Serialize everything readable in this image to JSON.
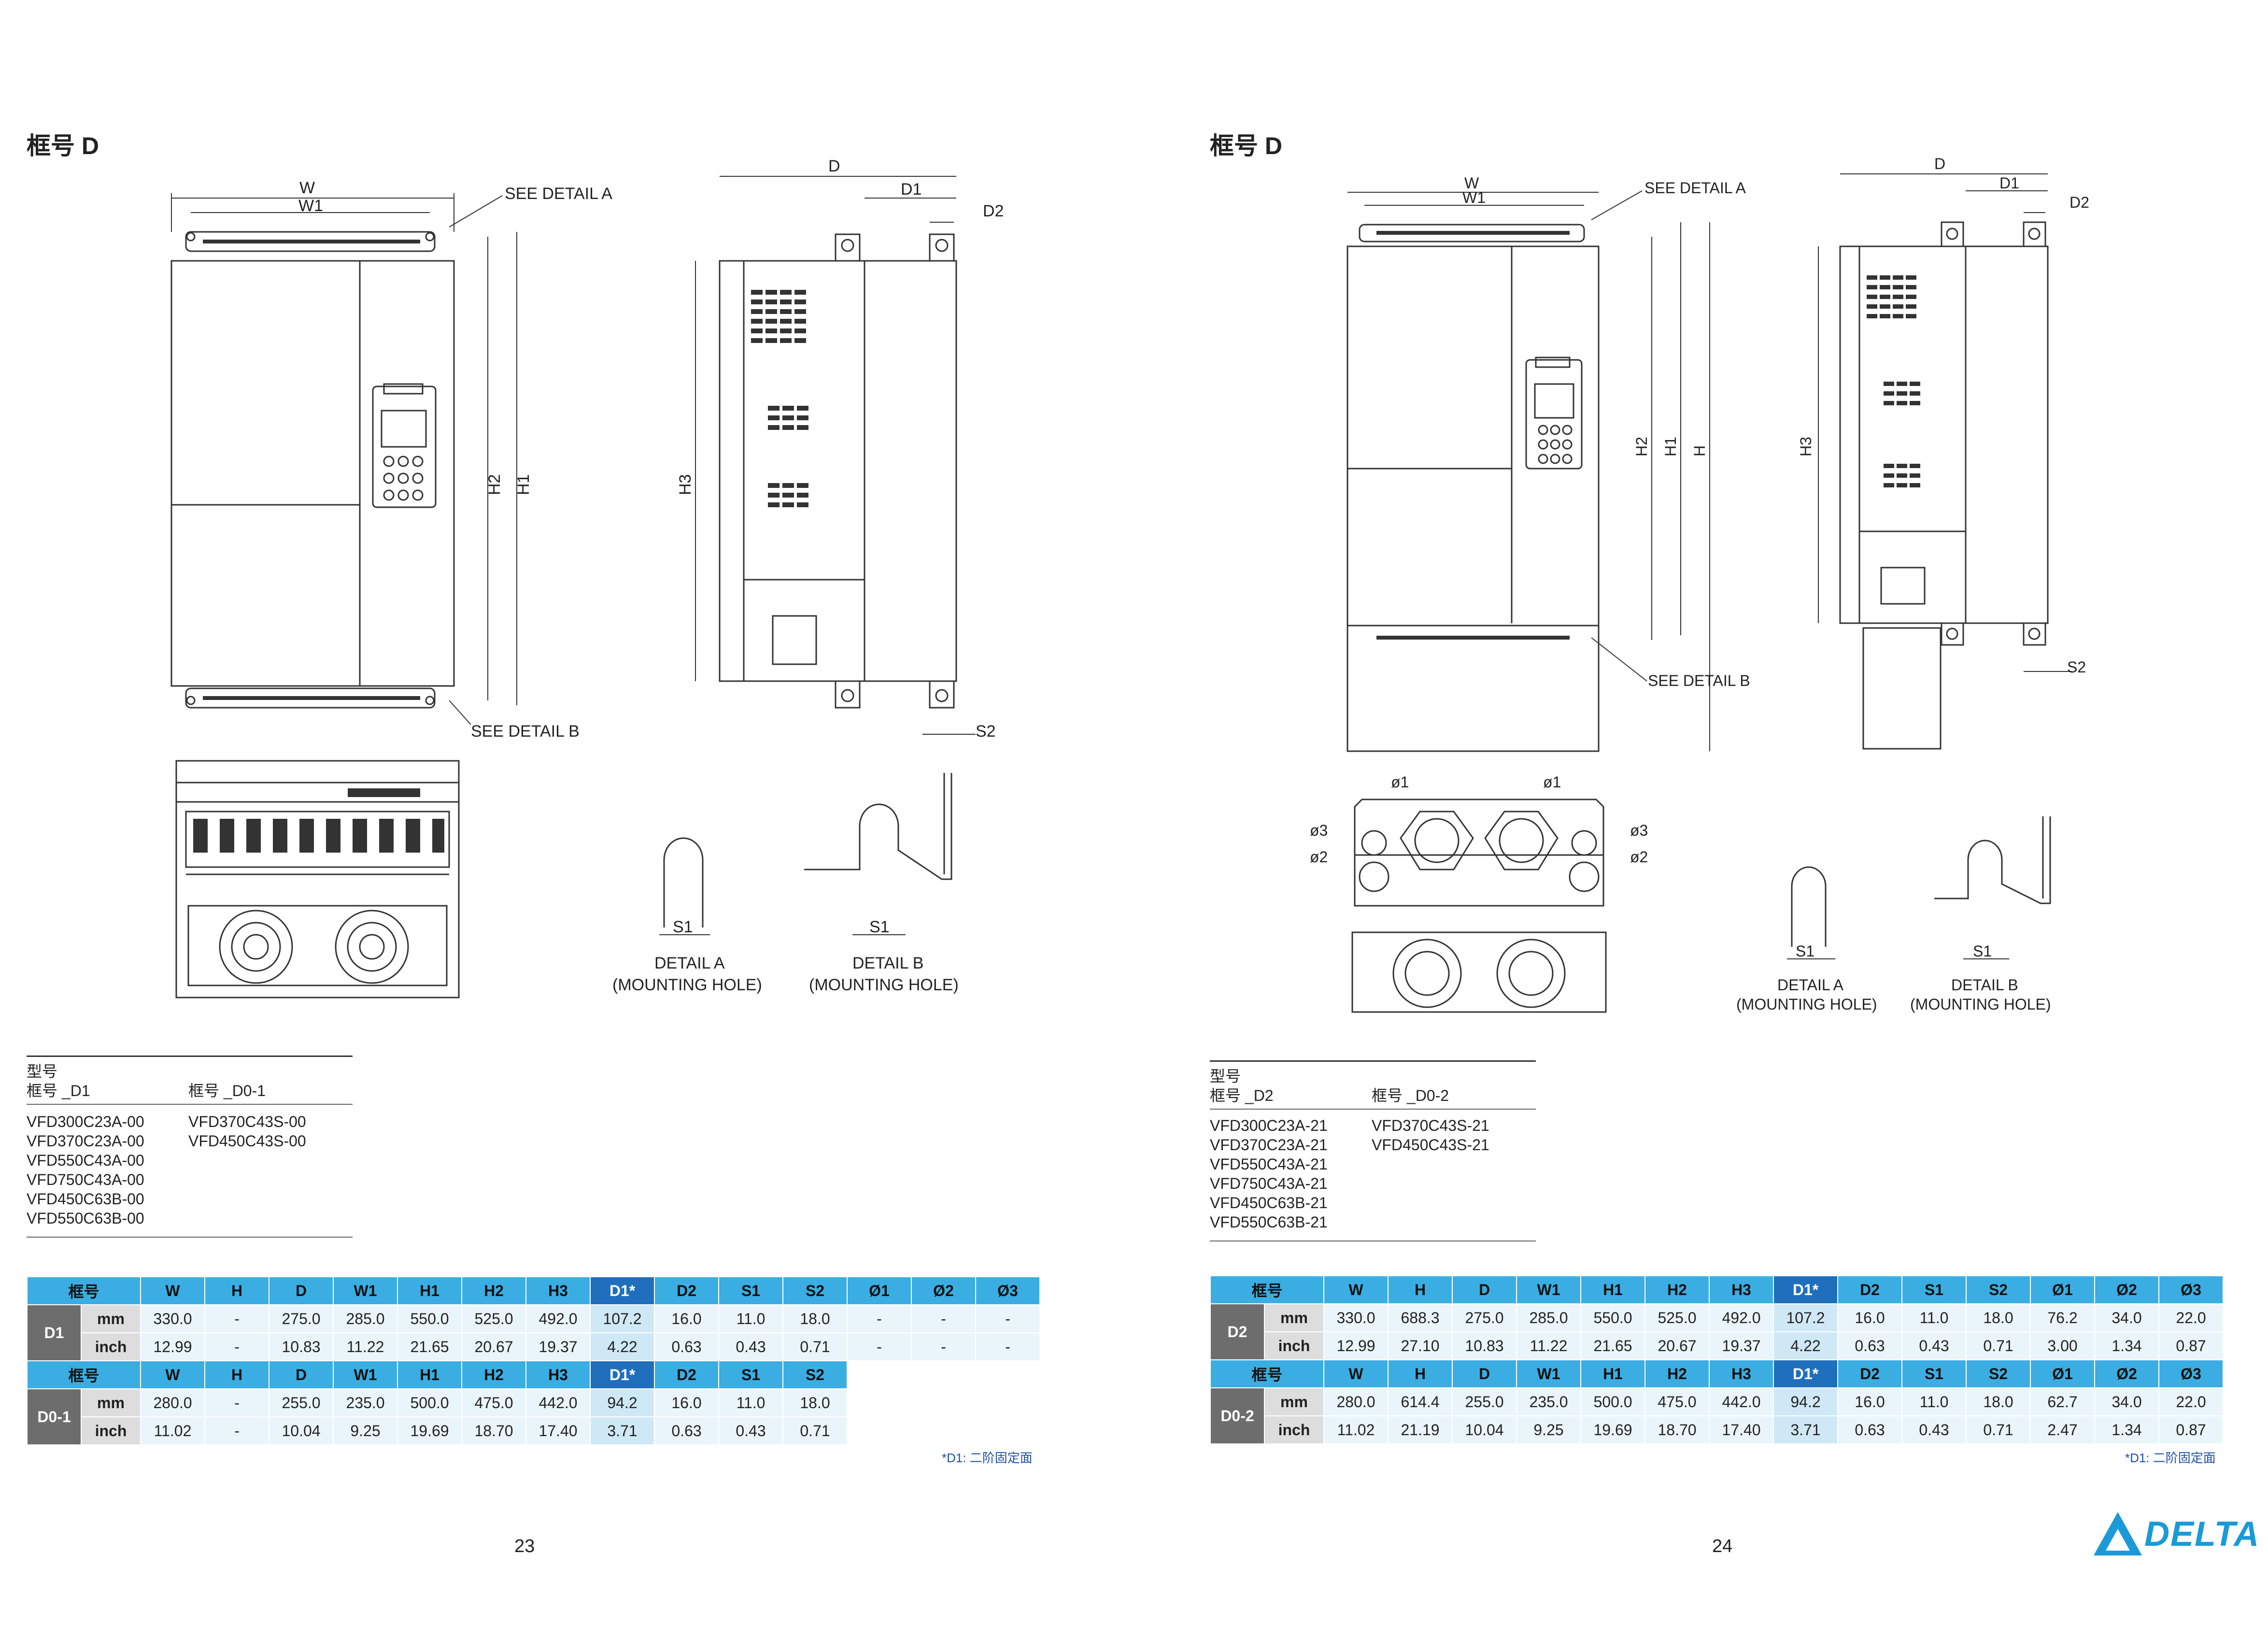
{
  "left": {
    "heading": "框号 D",
    "drawing_labels": {
      "w": "W",
      "w1": "W1",
      "h1": "H1",
      "h2": "H2",
      "h3": "H3",
      "d": "D",
      "d1": "D1",
      "d2": "D2",
      "s1": "S1",
      "s2": "S2",
      "detail_a_ref": "SEE DETAIL A",
      "detail_b_ref": "SEE DETAIL B",
      "detail_a": "DETAIL A",
      "detail_b": "DETAIL B",
      "mounting_hole": "(MOUNTING HOLE)"
    },
    "models": {
      "title": "型号",
      "col1_header": "框号 _D1",
      "col2_header": "框号 _D0-1",
      "col1": [
        "VFD300C23A-00",
        "VFD370C23A-00",
        "VFD550C43A-00",
        "VFD750C43A-00",
        "VFD450C63B-00",
        "VFD550C63B-00"
      ],
      "col2": [
        "VFD370C43S-00",
        "VFD450C43S-00"
      ]
    },
    "table": {
      "header1": [
        "框号",
        "W",
        "H",
        "D",
        "W1",
        "H1",
        "H2",
        "H3",
        "D1*",
        "D2",
        "S1",
        "S2",
        "Ø1",
        "Ø2",
        "Ø3"
      ],
      "frame1": "D1",
      "mm1": [
        "mm",
        "330.0",
        "-",
        "275.0",
        "285.0",
        "550.0",
        "525.0",
        "492.0",
        "107.2",
        "16.0",
        "11.0",
        "18.0",
        "-",
        "-",
        "-"
      ],
      "inch1": [
        "inch",
        "12.99",
        "-",
        "10.83",
        "11.22",
        "21.65",
        "20.67",
        "19.37",
        "4.22",
        "0.63",
        "0.43",
        "0.71",
        "-",
        "-",
        "-"
      ],
      "header2": [
        "框号",
        "W",
        "H",
        "D",
        "W1",
        "H1",
        "H2",
        "H3",
        "D1*",
        "D2",
        "S1",
        "S2"
      ],
      "frame2": "D0-1",
      "mm2": [
        "mm",
        "280.0",
        "-",
        "255.0",
        "235.0",
        "500.0",
        "475.0",
        "442.0",
        "94.2",
        "16.0",
        "11.0",
        "18.0"
      ],
      "inch2": [
        "inch",
        "11.02",
        "-",
        "10.04",
        "9.25",
        "19.69",
        "18.70",
        "17.40",
        "3.71",
        "0.63",
        "0.43",
        "0.71"
      ]
    },
    "note": "*D1: 二阶固定面",
    "page_number": "23"
  },
  "right": {
    "heading": "框号 D",
    "drawing_labels": {
      "w": "W",
      "w1": "W1",
      "h": "H",
      "h1": "H1",
      "h2": "H2",
      "h3": "H3",
      "d": "D",
      "d1": "D1",
      "d2": "D2",
      "s1": "S1",
      "s2": "S2",
      "phi1": "ø1",
      "phi2": "ø2",
      "phi3": "ø3",
      "detail_a_ref": "SEE DETAIL A",
      "detail_b_ref": "SEE DETAIL B",
      "detail_a": "DETAIL A",
      "detail_b": "DETAIL B",
      "mounting_hole": "(MOUNTING HOLE)"
    },
    "models": {
      "title": "型号",
      "col1_header": "框号 _D2",
      "col2_header": "框号 _D0-2",
      "col1": [
        "VFD300C23A-21",
        "VFD370C23A-21",
        "VFD550C43A-21",
        "VFD750C43A-21",
        "VFD450C63B-21",
        "VFD550C63B-21"
      ],
      "col2": [
        "VFD370C43S-21",
        "VFD450C43S-21"
      ]
    },
    "table": {
      "header1": [
        "框号",
        "W",
        "H",
        "D",
        "W1",
        "H1",
        "H2",
        "H3",
        "D1*",
        "D2",
        "S1",
        "S2",
        "Ø1",
        "Ø2",
        "Ø3"
      ],
      "frame1": "D2",
      "mm1": [
        "mm",
        "330.0",
        "688.3",
        "275.0",
        "285.0",
        "550.0",
        "525.0",
        "492.0",
        "107.2",
        "16.0",
        "11.0",
        "18.0",
        "76.2",
        "34.0",
        "22.0"
      ],
      "inch1": [
        "inch",
        "12.99",
        "27.10",
        "10.83",
        "11.22",
        "21.65",
        "20.67",
        "19.37",
        "4.22",
        "0.63",
        "0.43",
        "0.71",
        "3.00",
        "1.34",
        "0.87"
      ],
      "header2": [
        "框号",
        "W",
        "H",
        "D",
        "W1",
        "H1",
        "H2",
        "H3",
        "D1*",
        "D2",
        "S1",
        "S2",
        "Ø1",
        "Ø2",
        "Ø3"
      ],
      "frame2": "D0-2",
      "mm2": [
        "mm",
        "280.0",
        "614.4",
        "255.0",
        "235.0",
        "500.0",
        "475.0",
        "442.0",
        "94.2",
        "16.0",
        "11.0",
        "18.0",
        "62.7",
        "34.0",
        "22.0"
      ],
      "inch2": [
        "inch",
        "11.02",
        "21.19",
        "10.04",
        "9.25",
        "19.69",
        "18.70",
        "17.40",
        "3.71",
        "0.63",
        "0.43",
        "0.71",
        "2.47",
        "1.34",
        "0.87"
      ]
    },
    "note": "*D1: 二阶固定面",
    "page_number": "24"
  },
  "logo": {
    "text": "DELTA",
    "icon": "delta-triangle-icon",
    "color": "#1a9ad8"
  },
  "colors": {
    "header_cyan": "#3aaee3",
    "header_dark_blue": "#1f6fbd",
    "frame_gray": "#6d6d6d",
    "unit_gray": "#dddddd",
    "value_bg": "#eaf5fb",
    "d1_value_bg": "#cfe8f6"
  }
}
